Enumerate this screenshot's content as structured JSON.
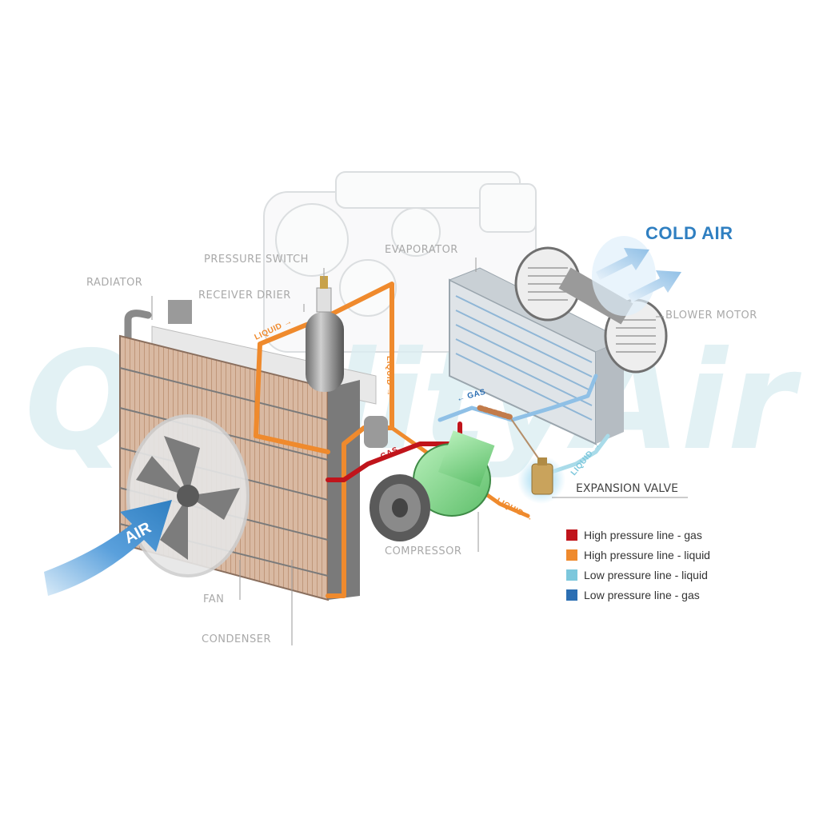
{
  "labels": {
    "pressure_switch": "PRESSURE SWITCH",
    "evaporator": "EVAPORATOR",
    "radiator": "RADIATOR",
    "receiver_drier": "RECEIVER DRIER",
    "blower_motor": "BLOWER MOTOR",
    "expansion_valve": "EXPANSION VALVE",
    "compressor": "COMPRESSOR",
    "fan": "FAN",
    "condenser": "CONDENSER",
    "cold_air": "COLD AIR",
    "air": "AIR"
  },
  "flow_labels": {
    "liquid": "LIQUID",
    "gas": "GAS"
  },
  "watermark": "QualityAir",
  "legend": [
    {
      "label": "High pressure line - gas",
      "color": "#c0141b"
    },
    {
      "label": "High pressure line - liquid",
      "color": "#ef8a2d"
    },
    {
      "label": "Low pressure line - liquid",
      "color": "#7cc7dc"
    },
    {
      "label": "Low pressure line -  gas",
      "color": "#2c6fb3"
    }
  ],
  "colors": {
    "high_gas": "#c0141b",
    "high_liquid": "#ef8a2d",
    "low_liquid": "#7cc7dc",
    "low_gas": "#2c6fb3",
    "air_arrow": "#3a86cf",
    "label_gray": "#a9a9a9"
  }
}
